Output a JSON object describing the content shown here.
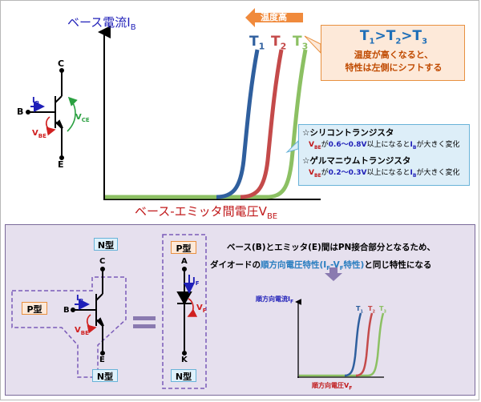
{
  "top": {
    "y_axis_label": "ベース電流I",
    "y_axis_sub": "B",
    "x_axis_label": "ベース-エミッタ間電圧V",
    "x_axis_sub": "BE",
    "curves": [
      {
        "label": "T",
        "sub": "1",
        "color": "#2f5f9e"
      },
      {
        "label": "T",
        "sub": "2",
        "color": "#c44a4a"
      },
      {
        "label": "T",
        "sub": "3",
        "color": "#8cc063"
      }
    ],
    "temp_arrow_label": "温度高",
    "note": {
      "t1": "T",
      "s1": "1",
      "t2": "T",
      "s2": "2",
      "t3": "T",
      "s3": "3",
      "line1": "温度が高くなると、",
      "line2": "特性は左側にシフトする"
    },
    "transistor": {
      "c": "C",
      "b": "B",
      "e": "E",
      "ib": "I",
      "ib_sub": "B",
      "vbe": "V",
      "vbe_sub": "BE",
      "vce": "V",
      "vce_sub": "CE"
    },
    "materials": {
      "si_title": "☆シリコントランジスタ",
      "si_v": "V",
      "si_v_sub": "BE",
      "si_mid": "が",
      "si_range": "0.6～0.8V",
      "si_mid2": "以上になると",
      "si_i": "I",
      "si_i_sub": "B",
      "si_end": "が大きく変化",
      "ge_title": "☆ゲルマニウムトランジスタ",
      "ge_v": "V",
      "ge_v_sub": "BE",
      "ge_mid": "が",
      "ge_range": "0.2～0.3V",
      "ge_mid2": "以上になると",
      "ge_i": "I",
      "ge_i_sub": "B",
      "ge_end": "が大きく変化"
    }
  },
  "bottom": {
    "n_top": "N型",
    "p_left": "P型",
    "n_bottom": "N型",
    "p_top": "P型",
    "n_bottom2": "N型",
    "c": "C",
    "b": "B",
    "e": "E",
    "ib": "I",
    "ib_sub": "B",
    "vbe": "V",
    "vbe_sub": "BE",
    "a": "A",
    "k": "K",
    "if": "I",
    "if_sub": "F",
    "vf": "V",
    "vf_sub": "F",
    "equals": "＝",
    "text1": "ベース(B)とエミッタ(E)間はPN接合部分となるため、",
    "text2a": "ダイオードの",
    "text2b": "順方向電圧特性(I",
    "text2b_sub1": "F",
    "text2b_mid": "-V",
    "text2b_sub2": "F",
    "text2b_end": "特性)",
    "text2c": "と同じ特性になる",
    "mini_y": "順方向電流I",
    "mini_y_sub": "F",
    "mini_x": "順方向電圧V",
    "mini_x_sub": "F",
    "mini_labels": [
      {
        "t": "T",
        "s": "1"
      },
      {
        "t": "T",
        "s": "2"
      },
      {
        "t": "T",
        "s": "3"
      }
    ]
  }
}
